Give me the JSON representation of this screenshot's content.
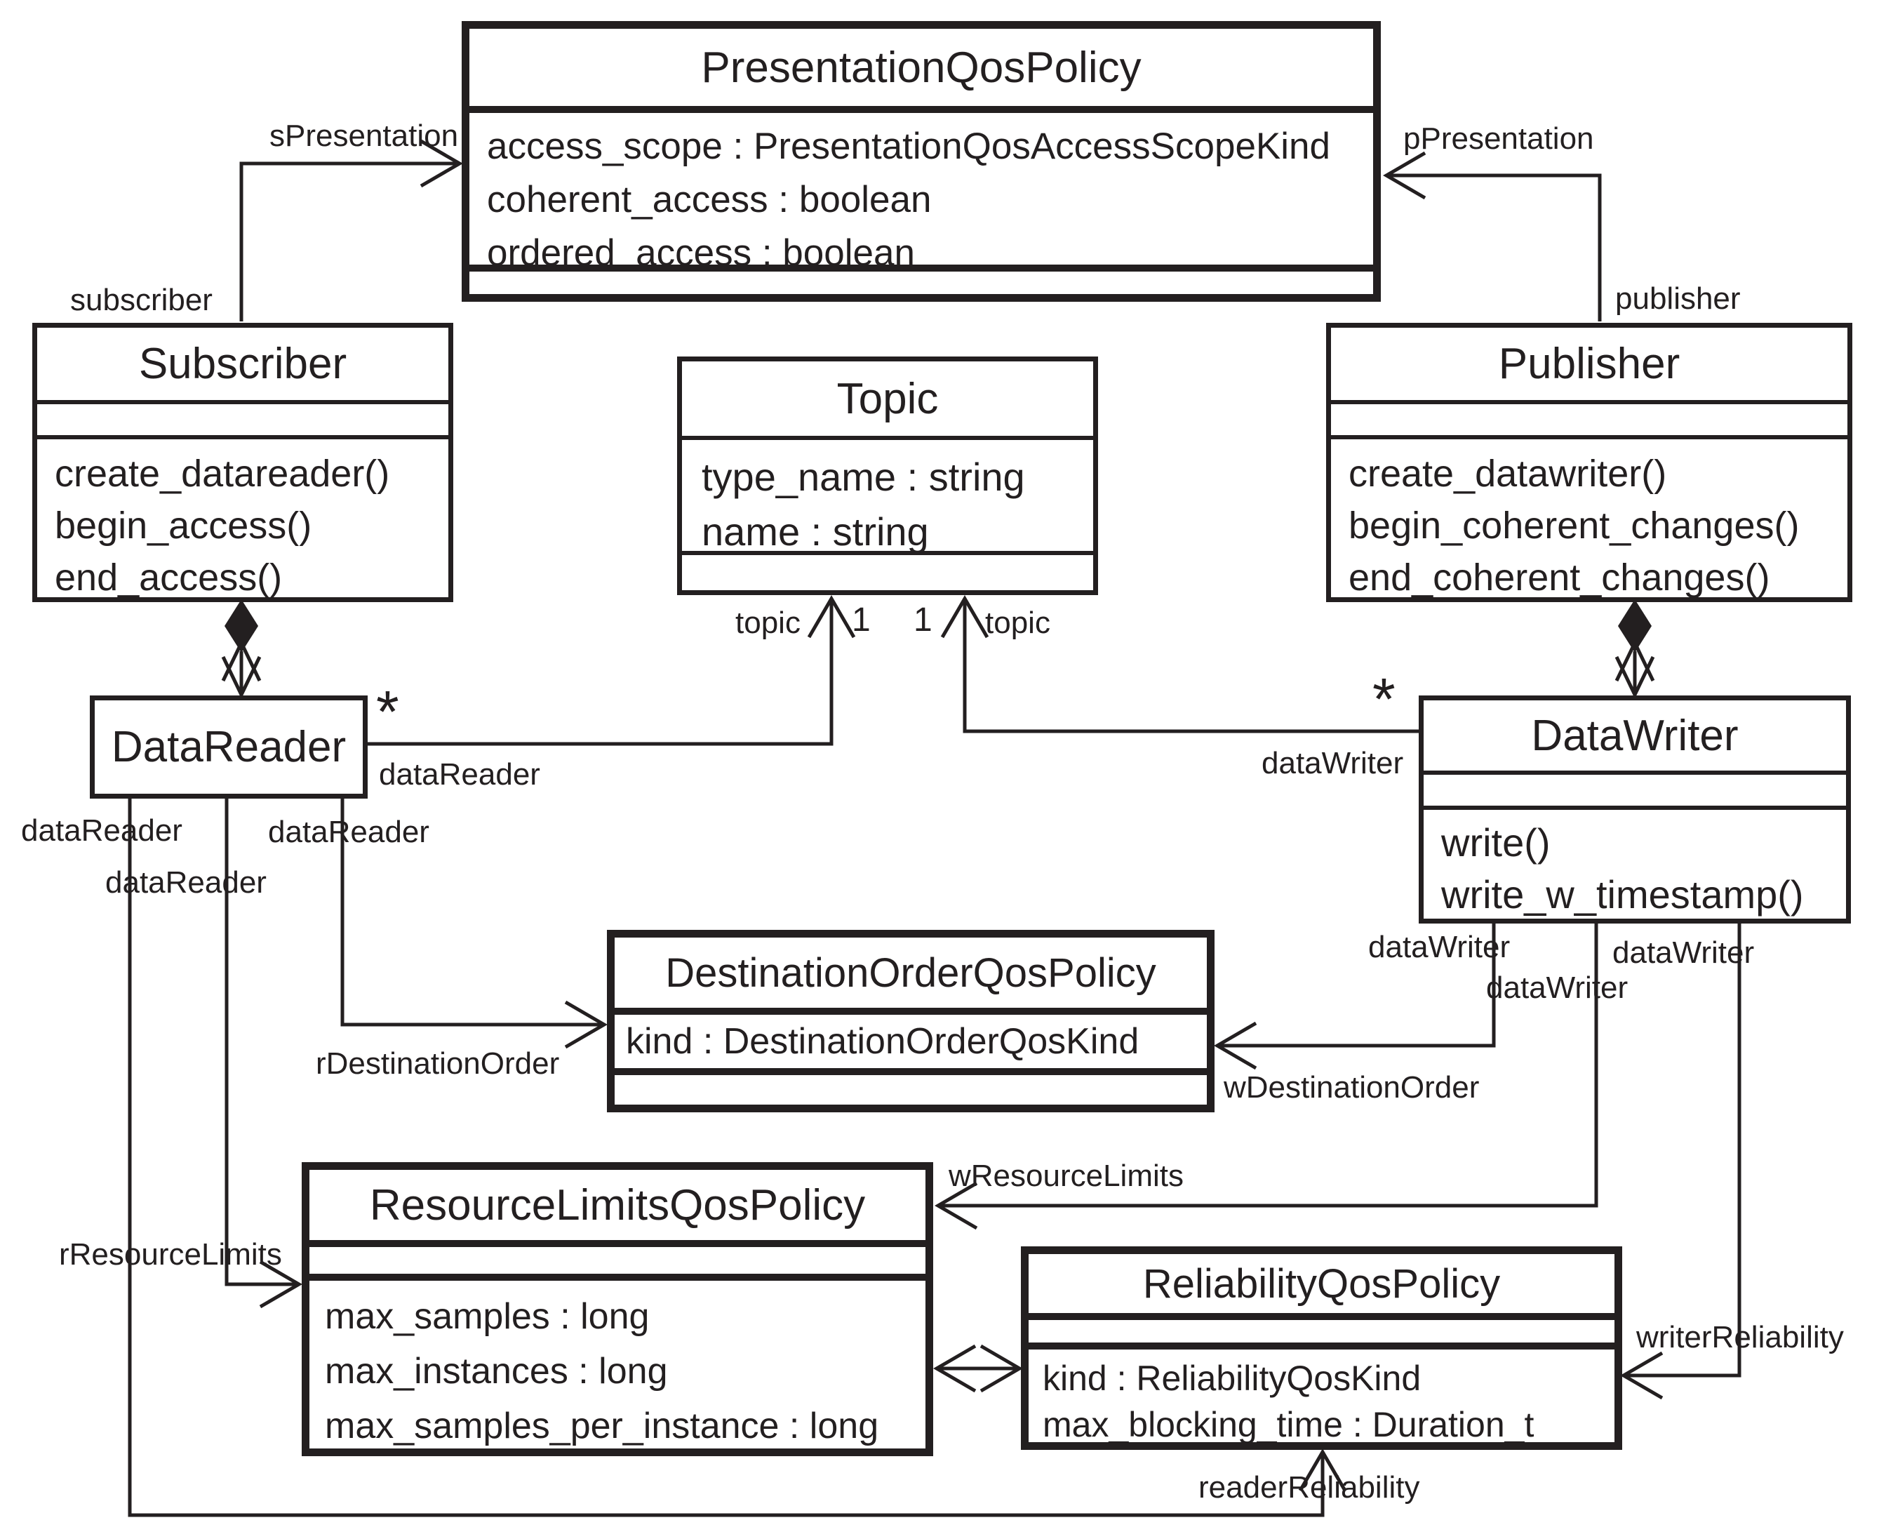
{
  "colors": {
    "line": "#231f20",
    "background": "#ffffff"
  },
  "classes": {
    "presentation_qos_policy": {
      "title": "PresentationQosPolicy",
      "attributes": [
        "access_scope : PresentationQosAccessScopeKind",
        "coherent_access : boolean",
        "ordered_access : boolean"
      ]
    },
    "subscriber": {
      "title": "Subscriber",
      "operations": [
        "create_datareader()",
        "begin_access()",
        "end_access()"
      ]
    },
    "topic": {
      "title": "Topic",
      "attributes": [
        "type_name : string",
        "name : string"
      ]
    },
    "publisher": {
      "title": "Publisher",
      "operations": [
        "create_datawriter()",
        "begin_coherent_changes()",
        "end_coherent_changes()"
      ]
    },
    "data_reader": {
      "title": "DataReader"
    },
    "data_writer": {
      "title": "DataWriter",
      "operations": [
        "write()",
        "write_w_timestamp()"
      ]
    },
    "destination_order_qos_policy": {
      "title": "DestinationOrderQosPolicy",
      "attributes": [
        "kind : DestinationOrderQosKind"
      ]
    },
    "resource_limits_qos_policy": {
      "title": "ResourceLimitsQosPolicy",
      "attributes": [
        "max_samples : long",
        "max_instances : long",
        "max_samples_per_instance : long"
      ]
    },
    "reliability_qos_policy": {
      "title": "ReliabilityQosPolicy",
      "attributes": [
        "kind : ReliabilityQosKind",
        "max_blocking_time : Duration_t"
      ]
    }
  },
  "edge_labels": {
    "subscriber_role": "subscriber",
    "s_presentation": "sPresentation",
    "p_presentation": "pPresentation",
    "publisher_role": "publisher",
    "reader_star": "*",
    "reader_data_reader": "dataReader",
    "topic_left_role": "topic",
    "topic_left_mult": "1",
    "topic_right_mult": "1",
    "topic_right_role": "topic",
    "writer_star": "*",
    "writer_data_writer": "dataWriter",
    "data_reader_a": "dataReader",
    "data_reader_b": "dataReader",
    "data_reader_c": "dataReader",
    "data_writer_a": "dataWriter",
    "data_writer_b": "dataWriter",
    "data_writer_c": "dataWriter",
    "r_destination_order": "rDestinationOrder",
    "w_destination_order": "wDestinationOrder",
    "w_resource_limits": "wResourceLimits",
    "r_resource_limits": "rResourceLimits",
    "writer_reliability": "writerReliability",
    "reader_reliability": "readerReliability"
  }
}
